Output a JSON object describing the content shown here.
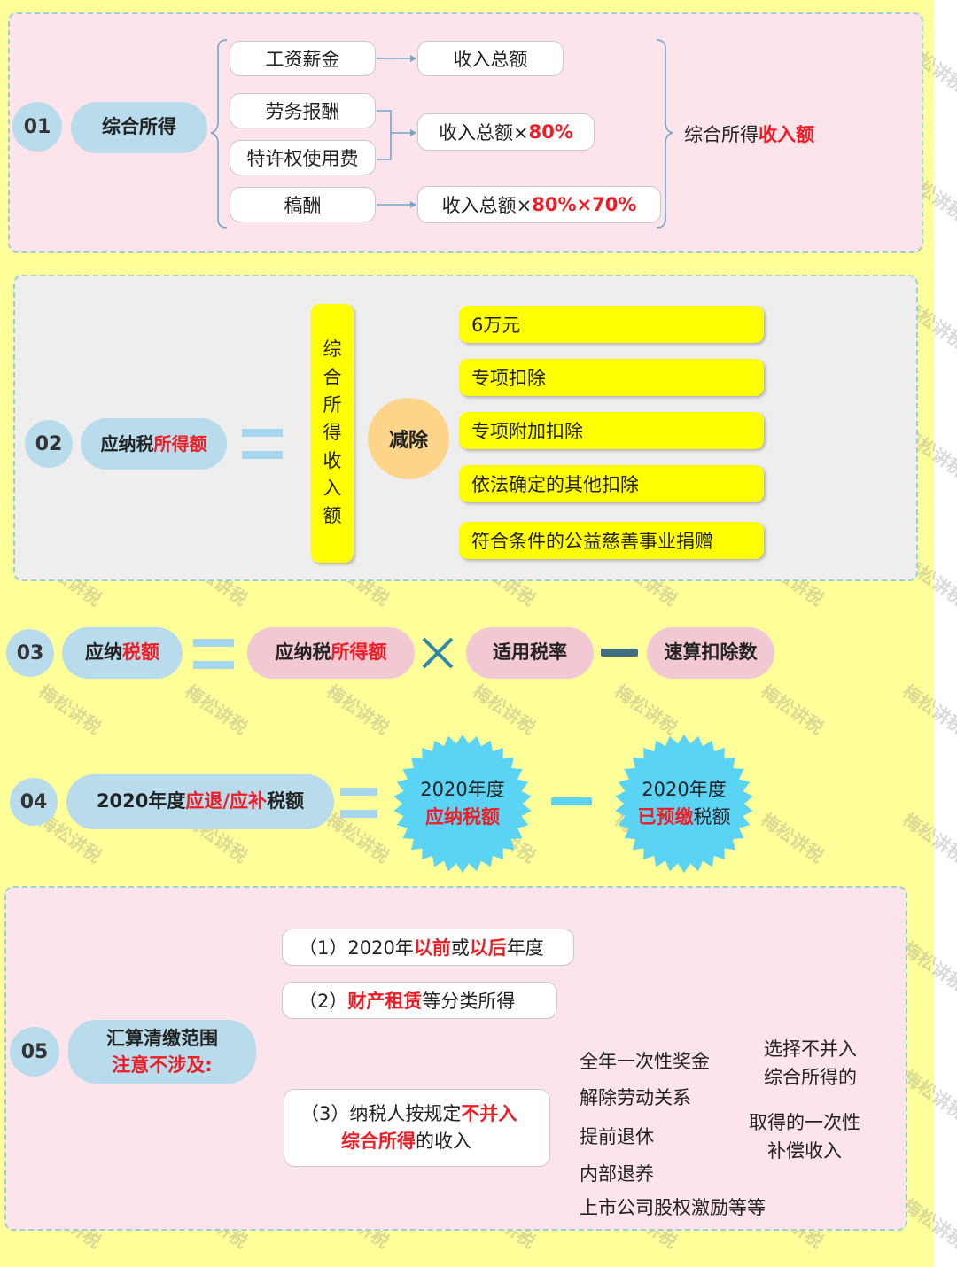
{
  "colors": {
    "background": "#ffff99",
    "pink_panel": "#fde4ea",
    "grey_panel": "#eeeeee",
    "pill_blue": "#b8dcec",
    "pill_pink": "#f2c8d2",
    "highlight_red": "#ee1c25",
    "yellow_box": "#ffff00",
    "burst": "#5bd3f5",
    "circle_orange": "#fdd58a"
  },
  "watermark": "梅松讲税",
  "s1": {
    "num": "01",
    "title": "综合所得",
    "items": [
      "工资薪金",
      "劳务报酬",
      "特许权使用费",
      "稿酬"
    ],
    "results": {
      "r1": "收入总额",
      "r2_pre": "收入总额×",
      "r2_red": "80%",
      "r3_pre": "收入总额×",
      "r3_red": "80%×70%"
    },
    "summary_pre": "综合所得",
    "summary_red": "收入额"
  },
  "s2": {
    "num": "02",
    "title_pre": "应纳税",
    "title_red": "所得额",
    "vertical_chars": [
      "综",
      "合",
      "所",
      "得",
      "收",
      "入",
      "额"
    ],
    "circle": "减除",
    "deductions": [
      "6万元",
      "专项扣除",
      "专项附加扣除",
      "依法确定的其他扣除",
      "符合条件的公益慈善事业捐赠"
    ]
  },
  "s3": {
    "num": "03",
    "title_pre": "应纳",
    "title_red": "税额",
    "term1_pre": "应纳税",
    "term1_red": "所得额",
    "term2": "适用税率",
    "term3": "速算扣除数"
  },
  "s4": {
    "num": "04",
    "title_pre": "2020年度",
    "title_red": "应退/应补",
    "title_post": "税额",
    "burst1_line1": "2020年度",
    "burst1_line2": "应纳税额",
    "burst2_line1": "2020年度",
    "burst2_red": "已预缴",
    "burst2_post": "税额"
  },
  "s5": {
    "num": "05",
    "title_line1": "汇算清缴范围",
    "title_line2": "注意不涉及:",
    "item1_pre": "（1）2020年",
    "item1_red1": "以前",
    "item1_mid": "或",
    "item1_red2": "以后",
    "item1_post": "年度",
    "item2_pre": "（2）",
    "item2_red": "财产租赁",
    "item2_post": "等分类所得",
    "item3_pre": "（3）纳税人按规定",
    "item3_red1": "不并入",
    "item3_red2": "综合所得",
    "item3_post": "的收入",
    "sub": [
      "全年一次性奖金",
      "解除劳动关系",
      "提前退休",
      "内部退养",
      "上市公司股权激励等等"
    ],
    "note1_line1": "选择不并入",
    "note1_line2": "综合所得的",
    "note2_line1": "取得的一次性",
    "note2_line2": "补偿收入"
  }
}
